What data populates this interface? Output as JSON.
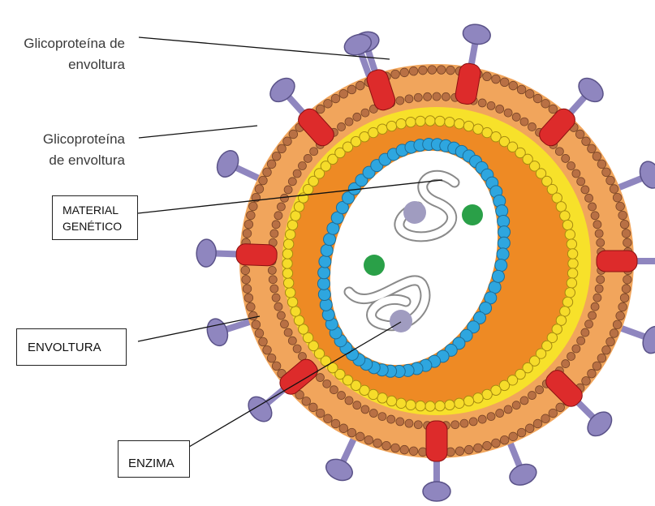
{
  "labels": {
    "glyco1_line1": "Glicoproteína de",
    "glyco1_line2": "envoltura",
    "glyco2_line1": "Glicoproteína",
    "glyco2_line2": "de envoltura",
    "material_line1": "MATERIAL",
    "material_line2": "GENÉTICO",
    "envoltura": "ENVOLTURA",
    "enzima": "ENZIMA"
  },
  "colors": {
    "outer_shell": "#f1a55c",
    "outer_bead": "#b87044",
    "yellow_layer": "#f7e12a",
    "inner_bead": "#f6dc2a",
    "matrix": "#ee8a24",
    "capsid_bead": "#2ea6df",
    "core": "#ffffff",
    "spike_red": "#dd2b2b",
    "spike_knob": "#8f86bf",
    "enzyme_grey": "#a09cc0",
    "enzyme_green": "#2aa048"
  }
}
